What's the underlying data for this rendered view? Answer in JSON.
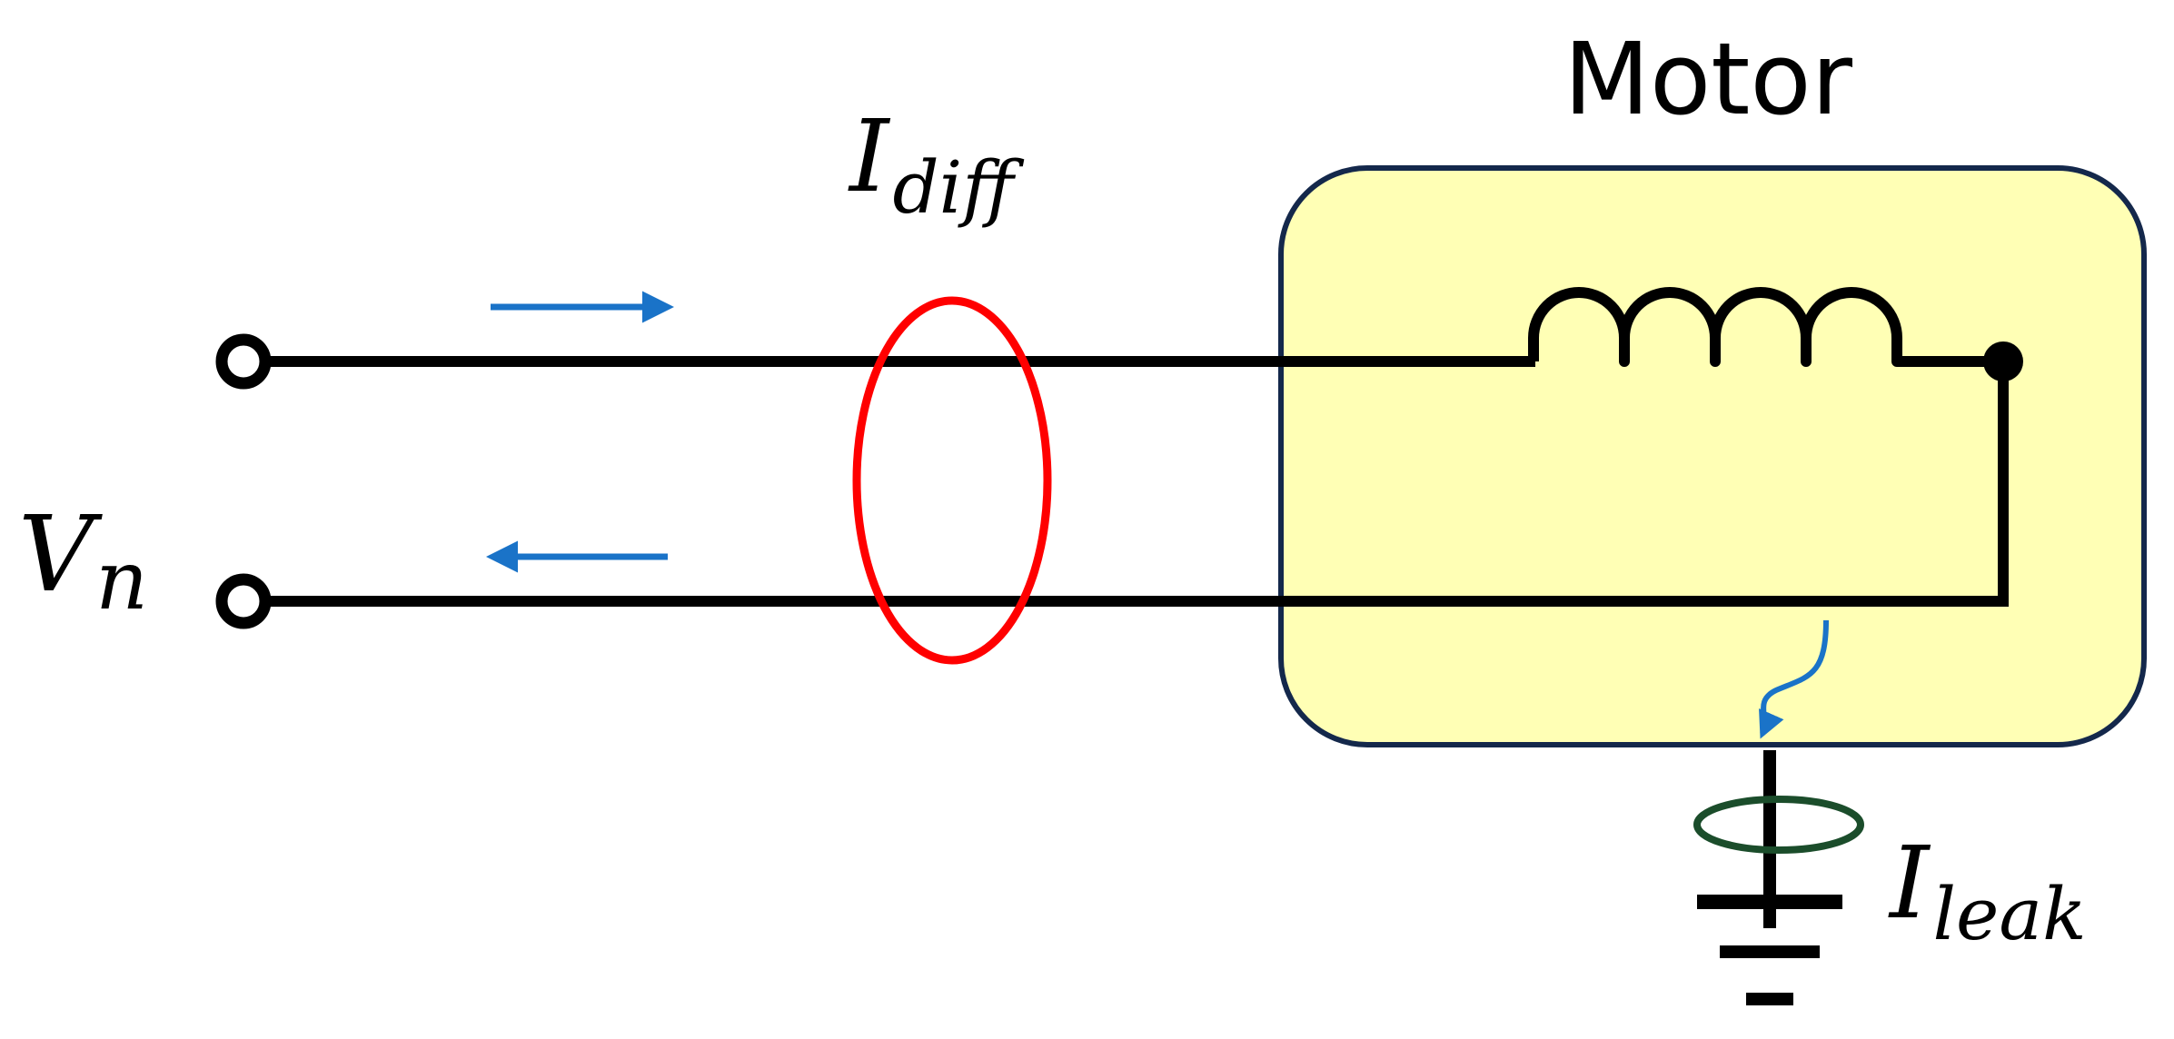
{
  "labels": {
    "motor": "Motor",
    "voltage": {
      "main": "V",
      "sub": "n"
    },
    "diff_current": {
      "main": "I",
      "sub": "diff"
    },
    "leak_current": {
      "main": "I",
      "sub": "leak"
    }
  },
  "colors": {
    "wire": "#000000",
    "motor_fill": "#ffffb5",
    "motor_border": "#14284b",
    "diff_sensor": "#ff0000",
    "leak_sensor": "#1b4d2b",
    "current_arrow": "#1a73c8"
  },
  "icons": {
    "winding": "coil-icon",
    "ground": "ground-icon",
    "terminal": "terminal-circle-icon"
  }
}
